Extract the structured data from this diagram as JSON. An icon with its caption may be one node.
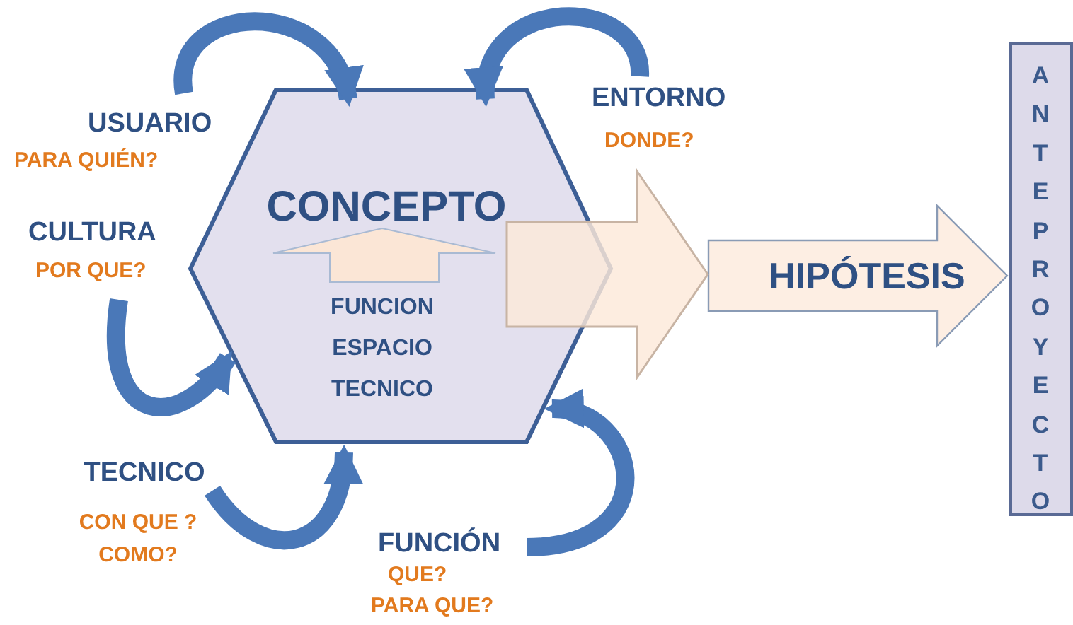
{
  "diagram": {
    "nodes": [
      {
        "text": [
          "CONCEPTO",
          "FUNCION ESPACIO TECNICO"
        ]
      },
      {
        "text": [
          "USUARIO",
          "PARA QUIÉN?"
        ]
      },
      {
        "text": [
          "ENTORNO",
          "DONDE?"
        ]
      },
      {
        "text": [
          "CULTURA",
          "POR QUE?"
        ]
      },
      {
        "text": [
          "TECNICO",
          "CON QUE ? COMO?"
        ]
      },
      {
        "text": [
          "FUNCIÓN",
          "QUE? PARA QUE?"
        ]
      },
      {
        "text": [
          "HIPÓTESIS"
        ]
      },
      {
        "text": [
          "ANTEPROYECTO"
        ]
      }
    ],
    "edges": [
      {
        "from": 1,
        "to": 0,
        "arrow": "to"
      },
      {
        "from": 2,
        "to": 0,
        "arrow": "to"
      },
      {
        "from": 3,
        "to": 0,
        "arrow": "to"
      },
      {
        "from": 4,
        "to": 0,
        "arrow": "to"
      },
      {
        "from": 5,
        "to": 0,
        "arrow": "to"
      },
      {
        "from": 0,
        "to": 6,
        "arrow": "to",
        "style": "thick"
      }
    ]
  }
}
